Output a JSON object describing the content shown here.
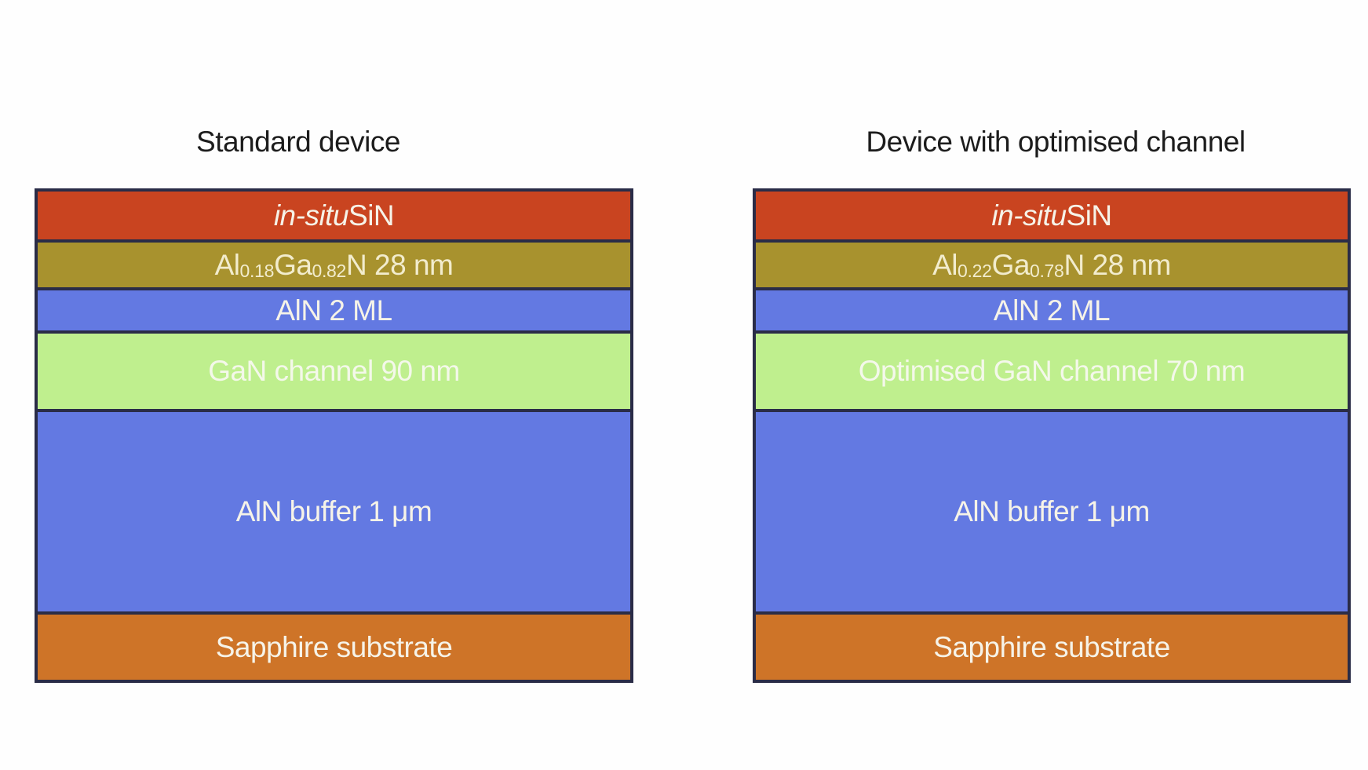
{
  "colors": {
    "outline": "#2A2C47",
    "sin_layer": "#C94420",
    "algan_layer": "#A8922E",
    "aln_layer": "#6379E2",
    "gan_channel_layer": "#BFEF8E",
    "sapphire_layer": "#CE7428",
    "title_text": "#1C1C1C",
    "layer_text": "#F6F3E8"
  },
  "devices": [
    {
      "title": "Standard device",
      "layers": {
        "sin": {
          "italic_part": "in-situ",
          "rest": " SiN"
        },
        "algan": {
          "p1": "Al",
          "sub1": "0.18",
          "p2": "Ga",
          "sub2": "0.82",
          "p3": "N 28 nm"
        },
        "aln_2ml": {
          "label": "AlN 2 ML"
        },
        "gan_channel": {
          "label": "GaN channel 90 nm"
        },
        "aln_buffer": {
          "label": "AlN buffer 1 μm"
        },
        "substrate": {
          "label": "Sapphire substrate"
        }
      }
    },
    {
      "title": "Device with optimised channel",
      "layers": {
        "sin": {
          "italic_part": "in-situ",
          "rest": " SiN"
        },
        "algan": {
          "p1": "Al",
          "sub1": "0.22",
          "p2": "Ga",
          "sub2": "0.78",
          "p3": "N 28 nm"
        },
        "aln_2ml": {
          "label": "AlN 2 ML"
        },
        "gan_channel": {
          "label": "Optimised GaN channel 70 nm"
        },
        "aln_buffer": {
          "label": "AlN buffer 1 μm"
        },
        "substrate": {
          "label": "Sapphire substrate"
        }
      }
    }
  ]
}
